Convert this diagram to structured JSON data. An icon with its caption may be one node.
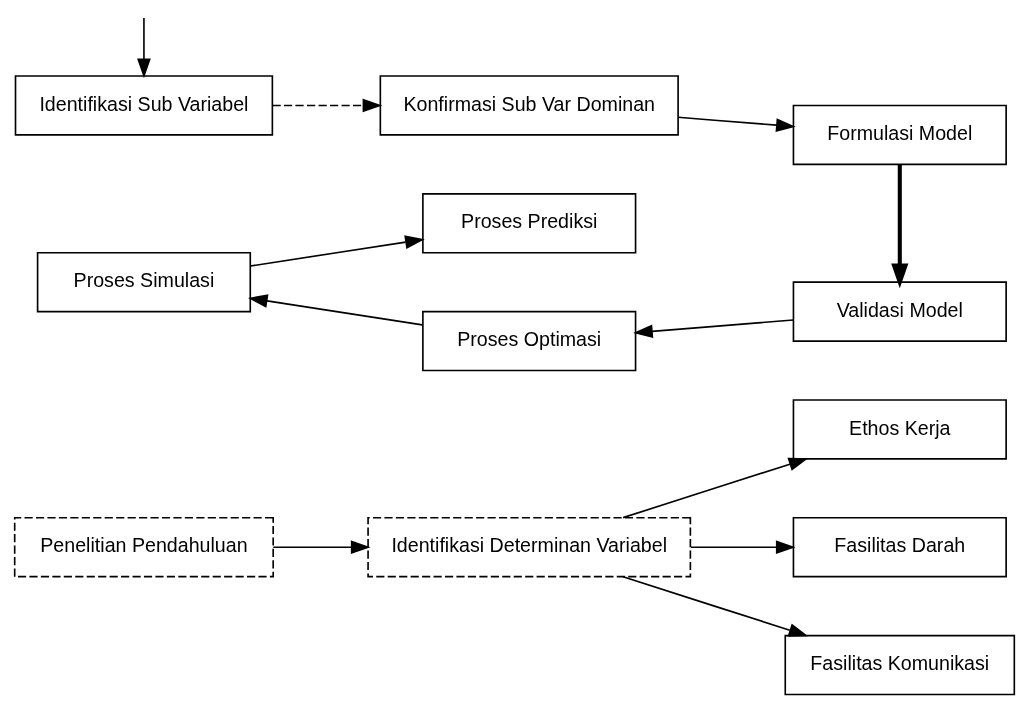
{
  "diagram": {
    "nodes": [
      {
        "text": [
          "Penelitian Pendahuluan"
        ]
      },
      {
        "text": [
          "Identifikasi Determinan Variabel"
        ]
      },
      {
        "text": [
          "Ethos Kerja"
        ]
      },
      {
        "text": [
          "Fasilitas Darah"
        ]
      },
      {
        "text": [
          "Fasilitas Komunikasi"
        ]
      },
      {
        "text": [
          "Identifikasi Sub Variabel"
        ]
      },
      {
        "text": [
          "Konfirmasi Sub Var Dominan"
        ]
      },
      {
        "text": [
          "Formulasi Model"
        ]
      },
      {
        "text": [
          "Validasi Model"
        ]
      },
      {
        "text": [
          "Proses Optimasi"
        ]
      },
      {
        "text": [
          "Proses Simulasi"
        ]
      },
      {
        "text": [
          "Proses Prediksi"
        ]
      }
    ],
    "edges": [
      {
        "from": 0,
        "to": 1,
        "arrow": "to"
      },
      {
        "from": 1,
        "to": 2,
        "arrow": "to"
      },
      {
        "from": 1,
        "to": 3,
        "arrow": "to"
      },
      {
        "from": 1,
        "to": 4,
        "arrow": "to"
      },
      {
        "from": null,
        "to": 5,
        "arrow": "to"
      },
      {
        "from": 5,
        "to": 6,
        "arrow": "to",
        "style": "dashed"
      },
      {
        "from": 6,
        "to": 7,
        "arrow": "to"
      },
      {
        "from": 7,
        "to": 8,
        "arrow": "to",
        "style": "thick"
      },
      {
        "from": 8,
        "to": 9,
        "arrow": "to"
      },
      {
        "from": 9,
        "to": 10,
        "arrow": "to"
      },
      {
        "from": 10,
        "to": 11,
        "arrow": "to"
      }
    ]
  }
}
